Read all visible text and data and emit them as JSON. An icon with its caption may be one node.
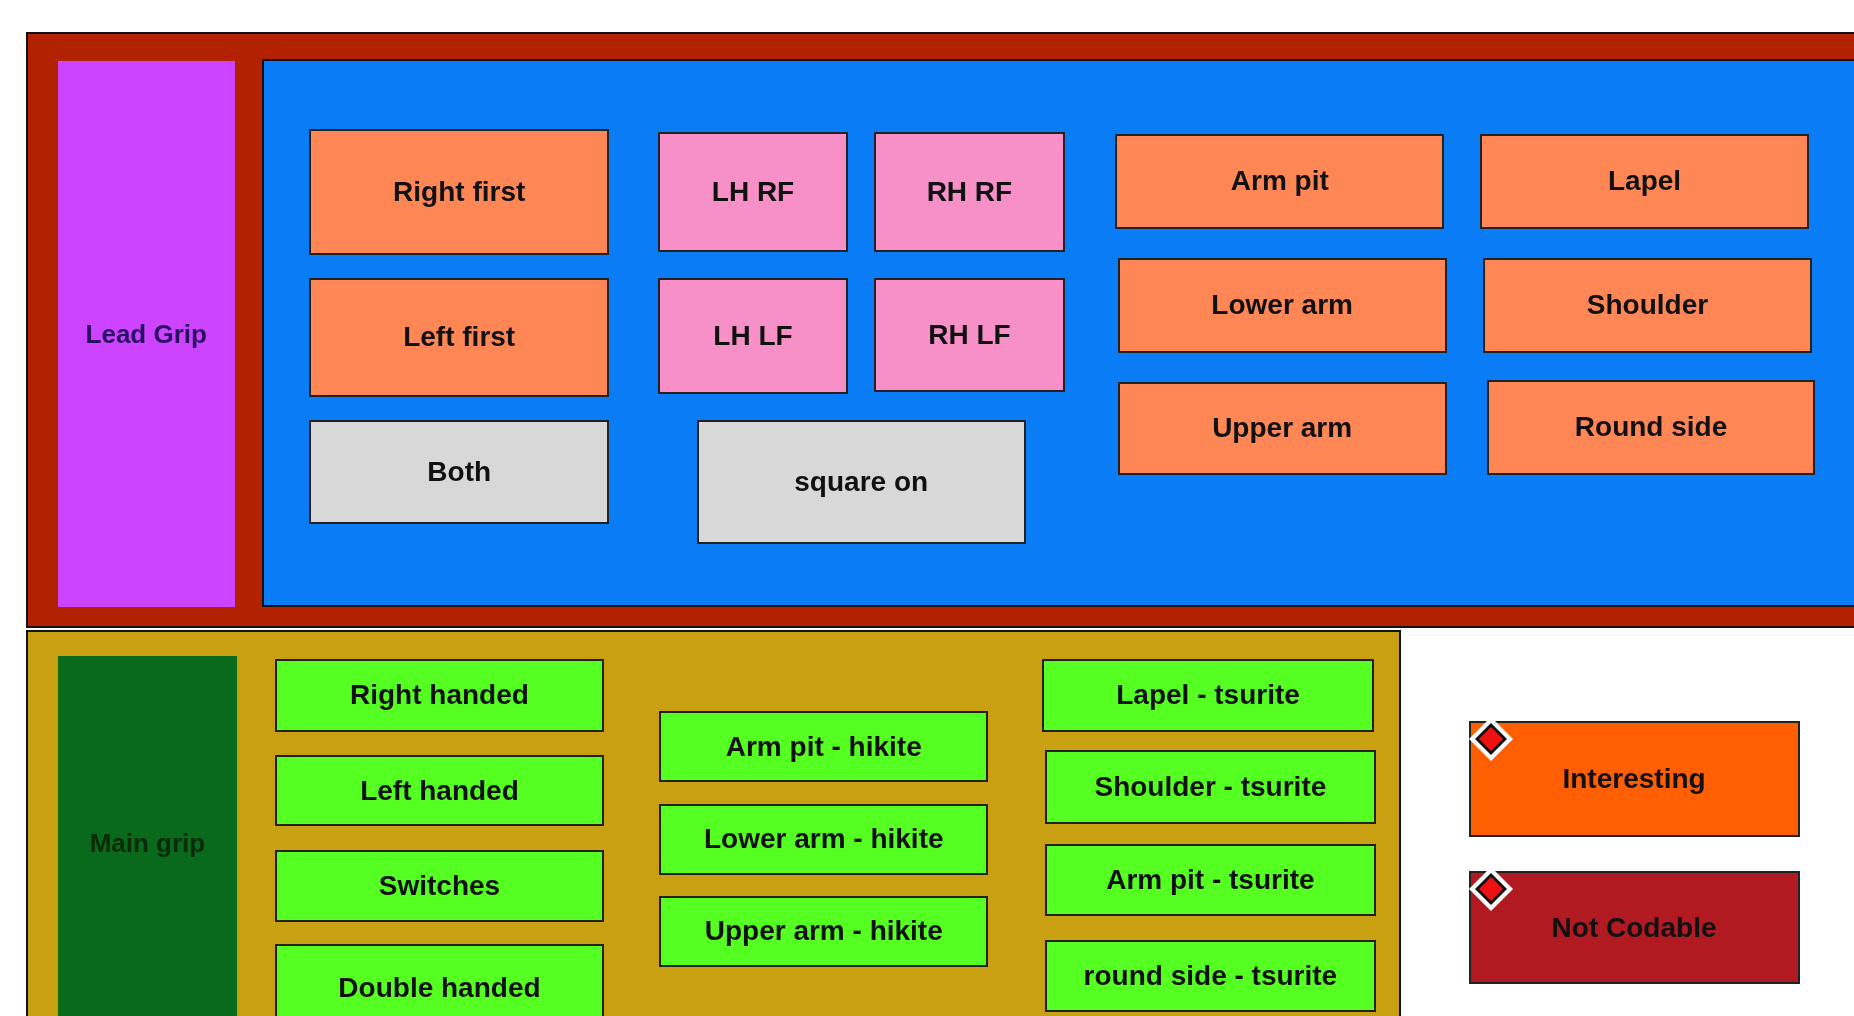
{
  "diagram": {
    "nodes": [
      {
        "text": [],
        "shape": "box"
      },
      {
        "text": [
          "Lead Grip"
        ],
        "in": 0
      },
      {
        "text": [],
        "shape": "box",
        "in": 0
      },
      {
        "text": [
          "Right first"
        ],
        "in": 2
      },
      {
        "text": [
          "LH RF"
        ],
        "in": 2
      },
      {
        "text": [
          "RH RF"
        ],
        "in": 2
      },
      {
        "text": [
          "Arm pit"
        ],
        "in": 2
      },
      {
        "text": [
          "Lapel"
        ],
        "in": 2
      },
      {
        "text": [
          "Left first"
        ],
        "in": 2
      },
      {
        "text": [
          "LH LF"
        ],
        "in": 2
      },
      {
        "text": [
          "RH LF"
        ],
        "in": 2
      },
      {
        "text": [
          "Lower arm"
        ],
        "in": 2
      },
      {
        "text": [
          "Shoulder"
        ],
        "in": 2
      },
      {
        "text": [
          "Both"
        ],
        "in": 2
      },
      {
        "text": [
          "square on"
        ],
        "in": 2
      },
      {
        "text": [
          "Upper arm"
        ],
        "in": 2
      },
      {
        "text": [
          "Round side"
        ],
        "in": 2
      },
      {
        "text": [],
        "shape": "box"
      },
      {
        "text": [
          "Main grip"
        ],
        "in": 17
      },
      {
        "text": [
          "Right handed"
        ],
        "in": 17
      },
      {
        "text": [
          "Lapel - tsurite"
        ],
        "in": 17
      },
      {
        "text": [
          "Arm pit - hikite"
        ],
        "in": 17
      },
      {
        "text": [
          "Left handed"
        ],
        "in": 17
      },
      {
        "text": [
          "Shoulder - tsurite"
        ],
        "in": 17
      },
      {
        "text": [
          "Lower arm - hikite"
        ],
        "in": 17
      },
      {
        "text": [
          "Switches"
        ],
        "in": 17
      },
      {
        "text": [
          "Arm pit - tsurite"
        ],
        "in": 17
      },
      {
        "text": [
          "Upper arm - hikite"
        ],
        "in": 17
      },
      {
        "text": [
          "Double handed"
        ],
        "in": 17
      },
      {
        "text": [
          "round side - tsurite"
        ],
        "in": 17
      }
    ],
    "edges": [],
    "legend": [
      {
        "text": "Interesting",
        "color": "#ff5f00"
      },
      {
        "text": "Not Codable",
        "color": "#b01a20"
      }
    ]
  }
}
